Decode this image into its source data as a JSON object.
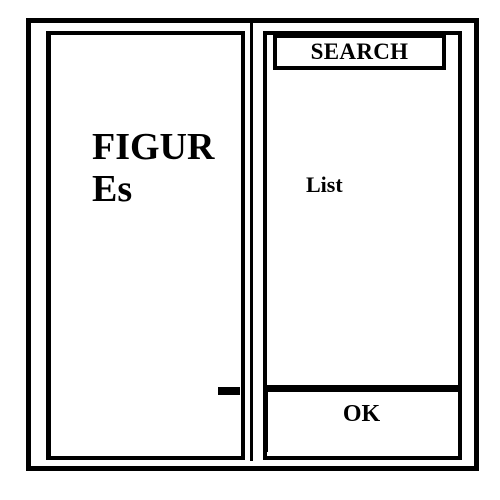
{
  "figures_panel": {
    "label": "FIGUR\nEs"
  },
  "search": {
    "label": "SEARCH"
  },
  "list": {
    "label": "List"
  },
  "ok_button": {
    "label": "OK"
  }
}
